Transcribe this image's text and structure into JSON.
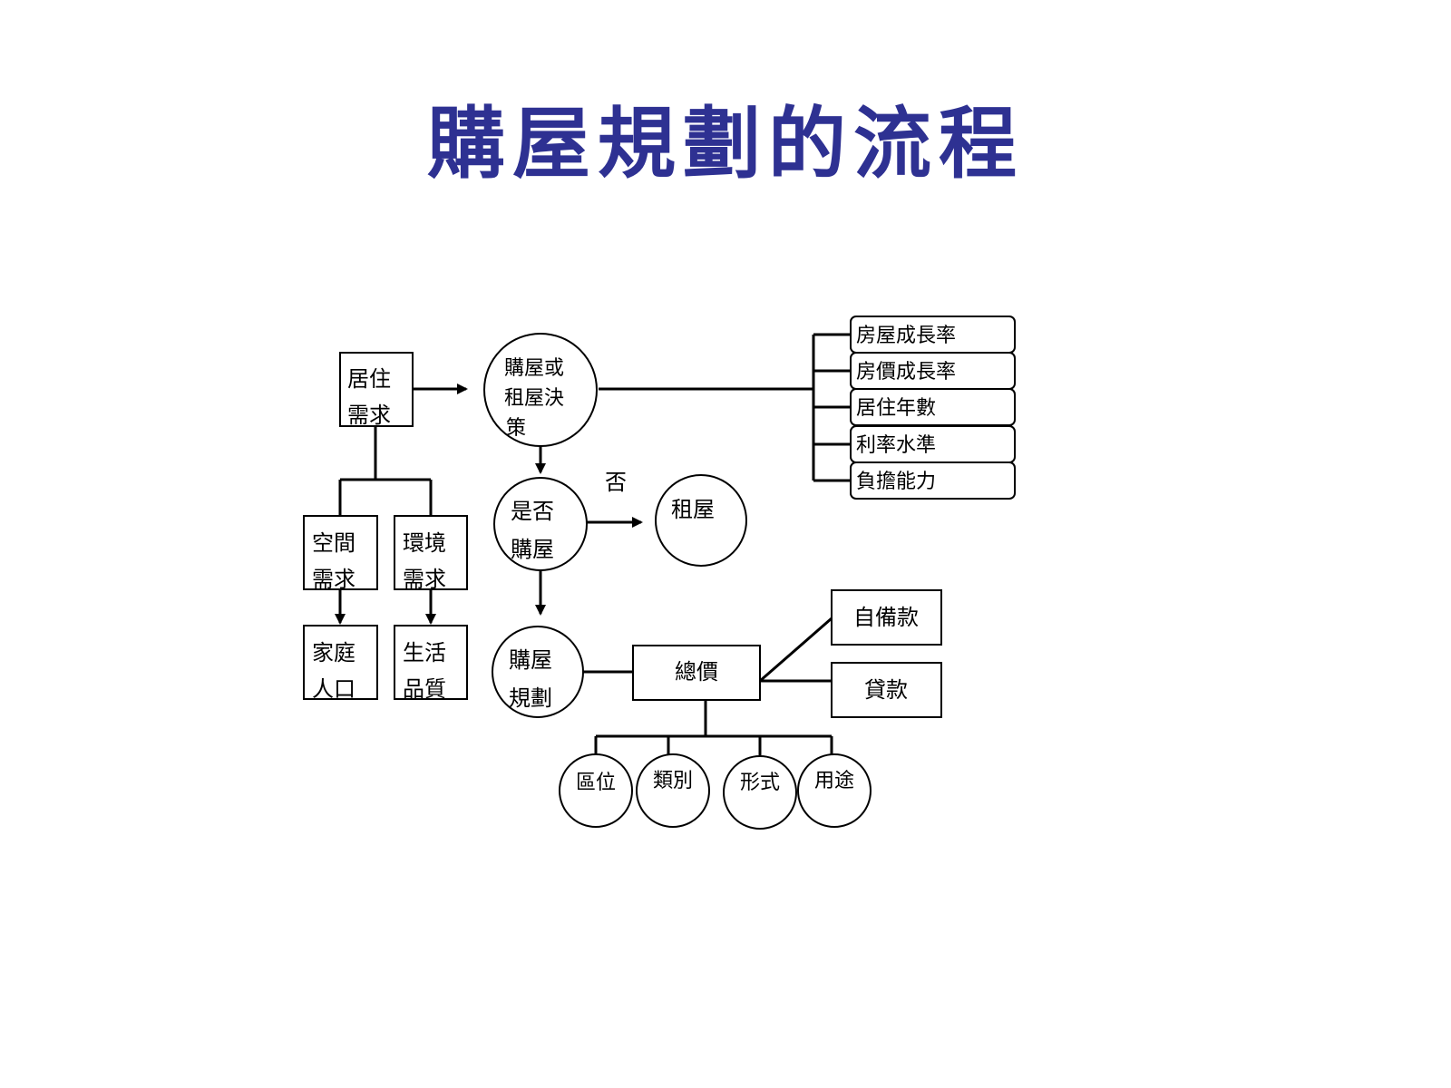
{
  "title": "購屋規劃的流程",
  "nodes": {
    "residence_need": [
      "居住",
      "需求"
    ],
    "space_need": [
      "空間",
      "需求"
    ],
    "environment_need": [
      "環境",
      "需求"
    ],
    "family_population": [
      "家庭",
      "人口"
    ],
    "life_quality": [
      "生活",
      "品質"
    ],
    "buy_or_rent": [
      "購屋或",
      "租屋決",
      "策"
    ],
    "whether_buy": [
      "是否",
      "購屋"
    ],
    "no_label": "否",
    "rent": "租屋",
    "purchase_plan": [
      "購屋",
      "規劃"
    ],
    "total_price": "總價",
    "self_fund": "自備款",
    "loan": "貸款",
    "factors": [
      "房屋成長率",
      "房價成長率",
      "居住年數",
      "利率水準",
      "負擔能力"
    ],
    "attributes": [
      "區位",
      "類別",
      "形式",
      "用途"
    ]
  },
  "colors": {
    "title": "#2E3192",
    "stroke": "#000000"
  }
}
